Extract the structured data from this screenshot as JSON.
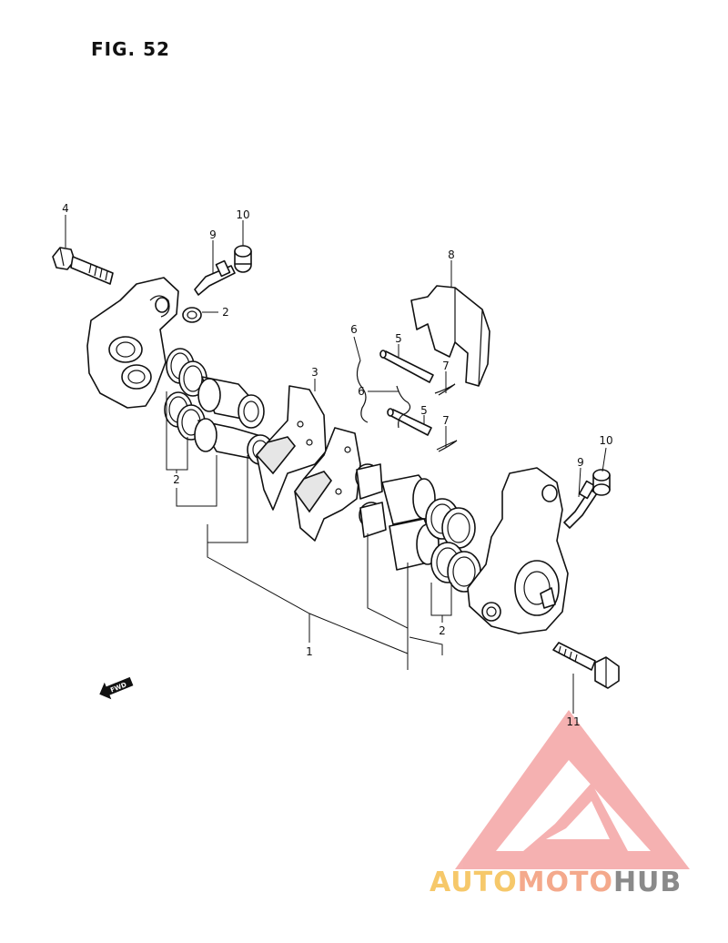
{
  "figure": {
    "title": "FIG. 52"
  },
  "callouts": {
    "c1": "1",
    "c2a": "2",
    "c2b": "2",
    "c2c": "2",
    "c3": "3",
    "c4": "4",
    "c5a": "5",
    "c5b": "5",
    "c6a": "6",
    "c6b": "6",
    "c7a": "7",
    "c7b": "7",
    "c8": "8",
    "c9a": "9",
    "c9b": "9",
    "c10a": "10",
    "c10b": "10",
    "c11": "11"
  },
  "fwd_marker": {
    "label": "FWD"
  },
  "watermark": {
    "part1": "AUTO",
    "part2": "MOTO",
    "part3": "HUB",
    "colors": {
      "auto": "#f6c86a",
      "moto": "#f4a98c",
      "hub": "#8a8a8a",
      "logo": "#f4a4a4"
    }
  }
}
